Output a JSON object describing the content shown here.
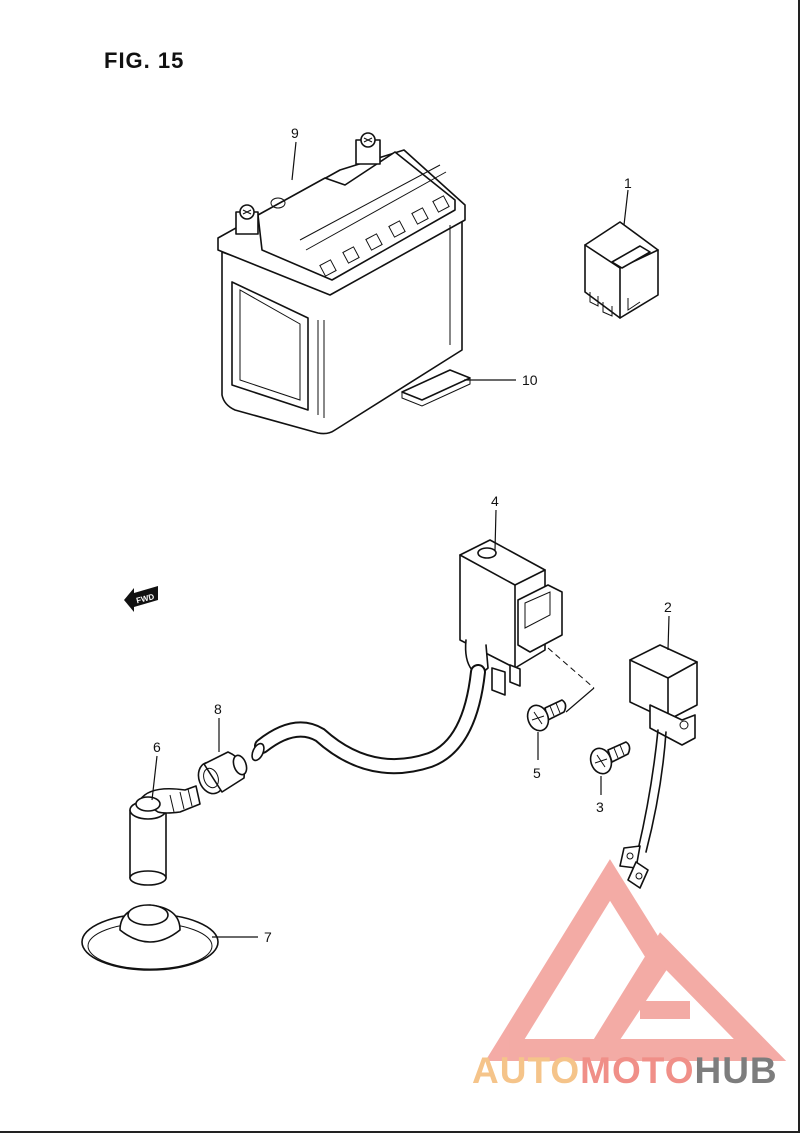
{
  "figure": {
    "title": "FIG. 15"
  },
  "callouts": {
    "c1": "1",
    "c2": "2",
    "c3": "3",
    "c4": "4",
    "c5": "5",
    "c6": "6",
    "c7": "7",
    "c8": "8",
    "c9": "9",
    "c10": "10"
  },
  "fwd_arrow": {
    "label": "FWD"
  },
  "watermark": {
    "part1": "AUTO",
    "part2": "MOTO",
    "part3": "HUB",
    "colors": {
      "logo": "#f08f88",
      "auto": "#f5c48a",
      "moto": "#f08f88",
      "hub": "#7d7d7d"
    }
  }
}
